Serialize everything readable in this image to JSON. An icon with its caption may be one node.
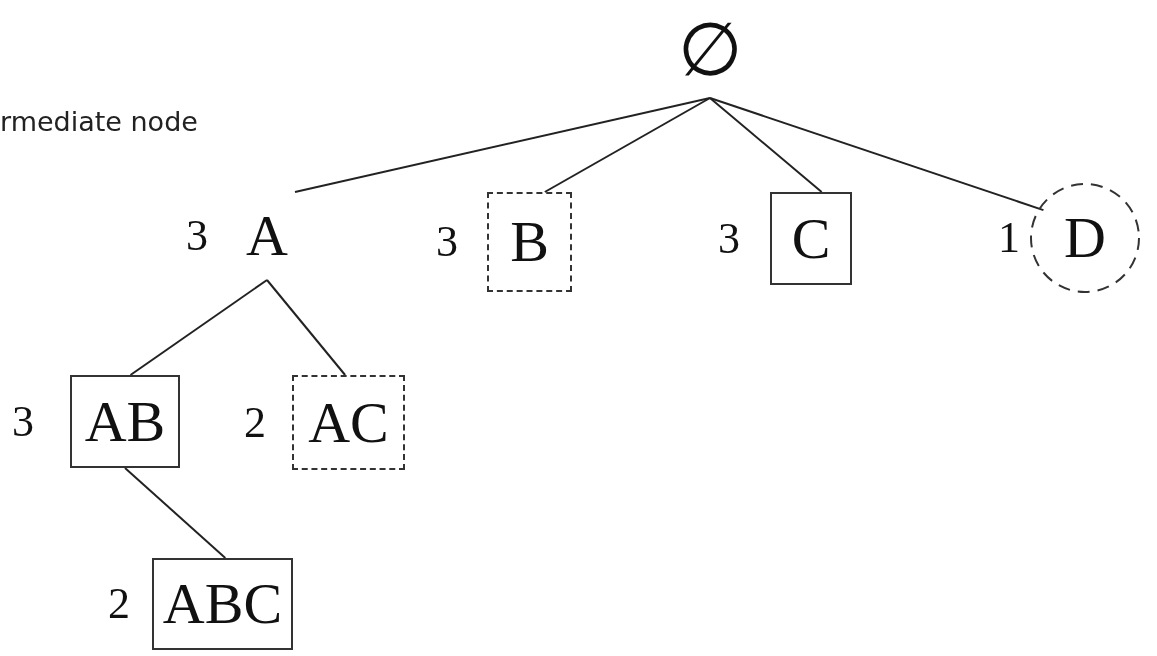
{
  "diagram": {
    "nodes": [
      {
        "text": [
          "∅"
        ]
      },
      {
        "text": [
          "A"
        ],
        "beside": [
          "3"
        ]
      },
      {
        "text": [
          "B"
        ],
        "beside": [
          "3"
        ]
      },
      {
        "text": [
          "C"
        ],
        "beside": [
          "3"
        ]
      },
      {
        "text": [
          "D"
        ],
        "beside": [
          "1"
        ]
      },
      {
        "text": [
          "AB"
        ],
        "beside": [
          "3"
        ]
      },
      {
        "text": [
          "AC"
        ],
        "beside": [
          "2"
        ]
      },
      {
        "text": [
          "ABC"
        ],
        "beside": [
          "2"
        ]
      }
    ],
    "edges": [
      {
        "from": 0,
        "to": 1,
        "arrow": "none"
      },
      {
        "from": 0,
        "to": 2,
        "arrow": "none"
      },
      {
        "from": 0,
        "to": 3,
        "arrow": "none"
      },
      {
        "from": 0,
        "to": 4,
        "arrow": "none"
      },
      {
        "from": 1,
        "to": 5,
        "arrow": "none"
      },
      {
        "from": 1,
        "to": 6,
        "arrow": "none"
      },
      {
        "from": 5,
        "to": 7,
        "arrow": "none"
      }
    ],
    "labels": [
      "rmediate node"
    ]
  }
}
